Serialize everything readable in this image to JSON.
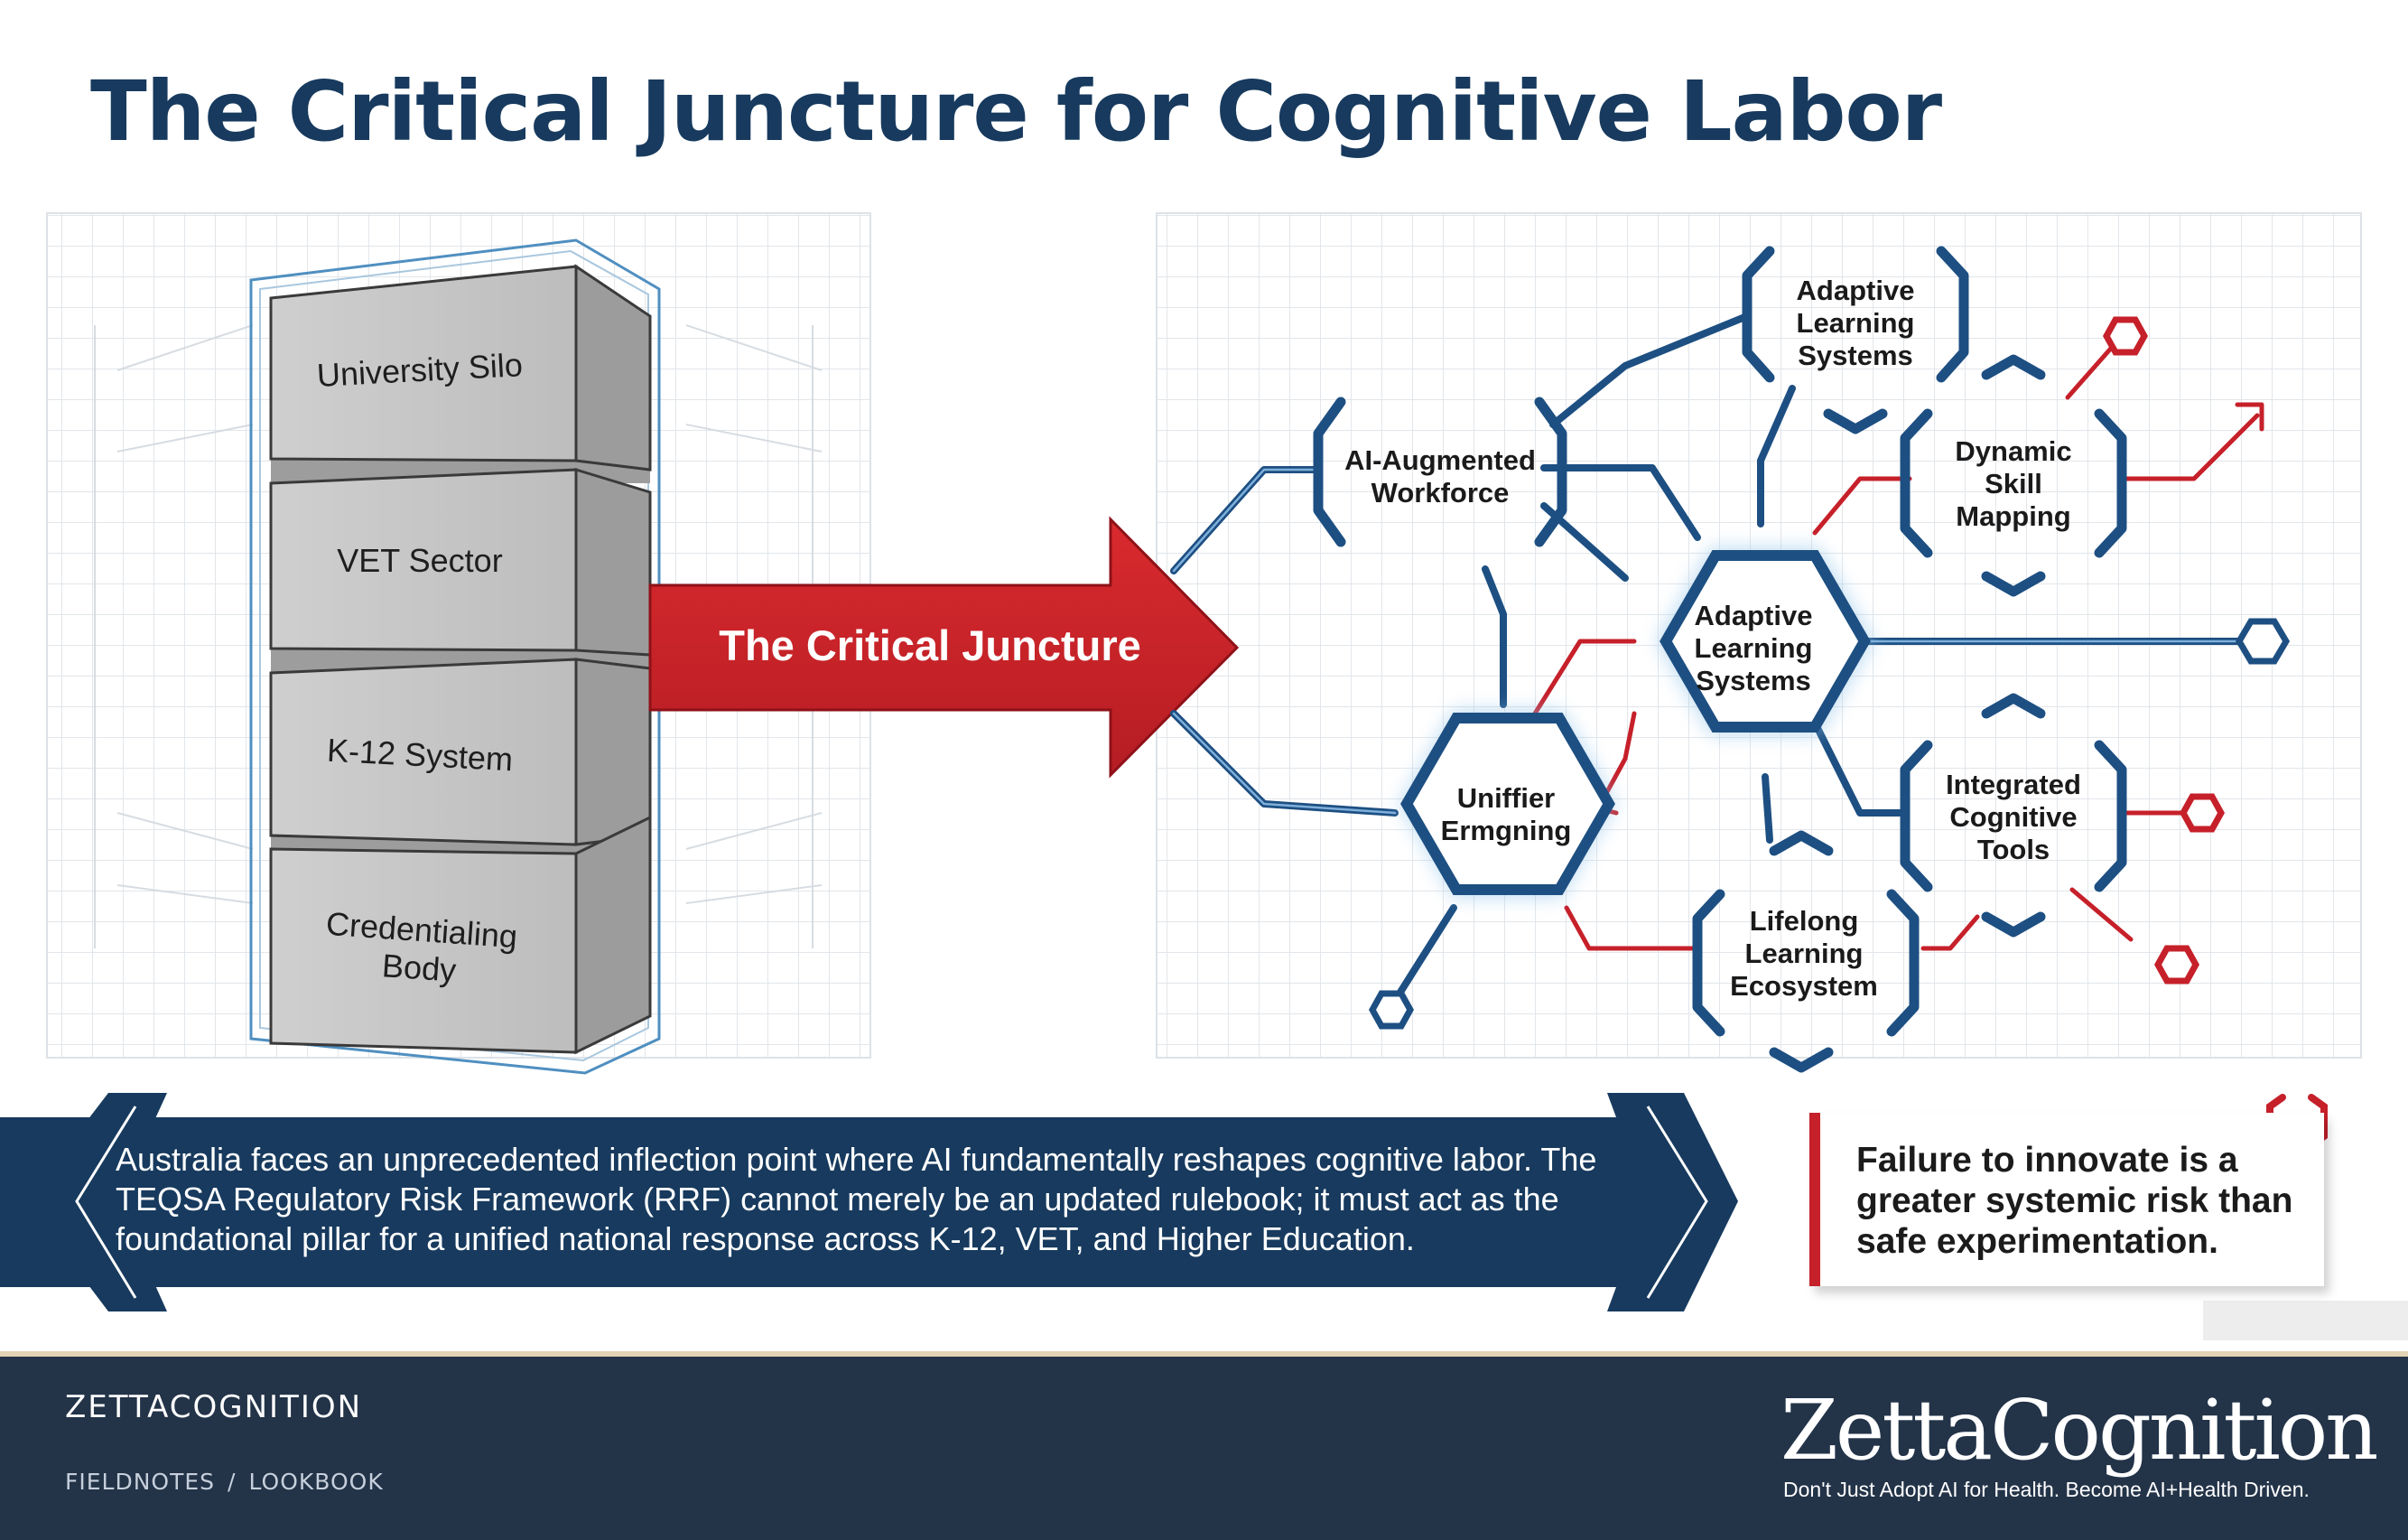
{
  "title": "The Critical Juncture for Cognitive Labor",
  "silos": {
    "university": "University Silo",
    "vet": "VET Sector",
    "k12": "K-12 System",
    "credentialing": [
      "Credentialing",
      "Body"
    ]
  },
  "arrow_label": "The Critical Juncture",
  "network": {
    "ai_workforce": [
      "AI-Augmented",
      "Workforce"
    ],
    "adaptive_top": [
      "Adaptive",
      "Learning",
      "Systems"
    ],
    "dynamic_skill": [
      "Dynamic",
      "Skill",
      "Mapping"
    ],
    "adaptive_center": [
      "Adaptive",
      "Learning",
      "Systems"
    ],
    "unifier": [
      "Unifﬁer",
      "Ermgning"
    ],
    "integrated": [
      "Integrated",
      "Cognitive",
      "Tools"
    ],
    "lifelong": [
      "Lifelong",
      "Learning",
      "Ecosystem"
    ]
  },
  "banner": {
    "text": "Australia faces an unprecedented inflection point where AI fundamentally reshapes cognitive labor. The TEQSA Regulatory Risk Framework (RRF) cannot merely be an updated rulebook; it must act as the foundational pillar for a unified national response across K-12, VET, and Higher Education."
  },
  "callout": {
    "text": "Failure to innovate is a greater systemic risk than safe experimentation."
  },
  "footer": {
    "brand": "ZETTACOGNITION",
    "crumbs": [
      "FIELDNOTES",
      "LOOKBOOK"
    ],
    "logo": "ZettaCognition",
    "tagline": "Don't Just Adopt AI for Health. Become AI+Health Driven."
  },
  "colors": {
    "navy": "#173a5e",
    "red": "#c6202a",
    "silo_gray": "#c9c9c9",
    "footer_bg": "#233348"
  }
}
